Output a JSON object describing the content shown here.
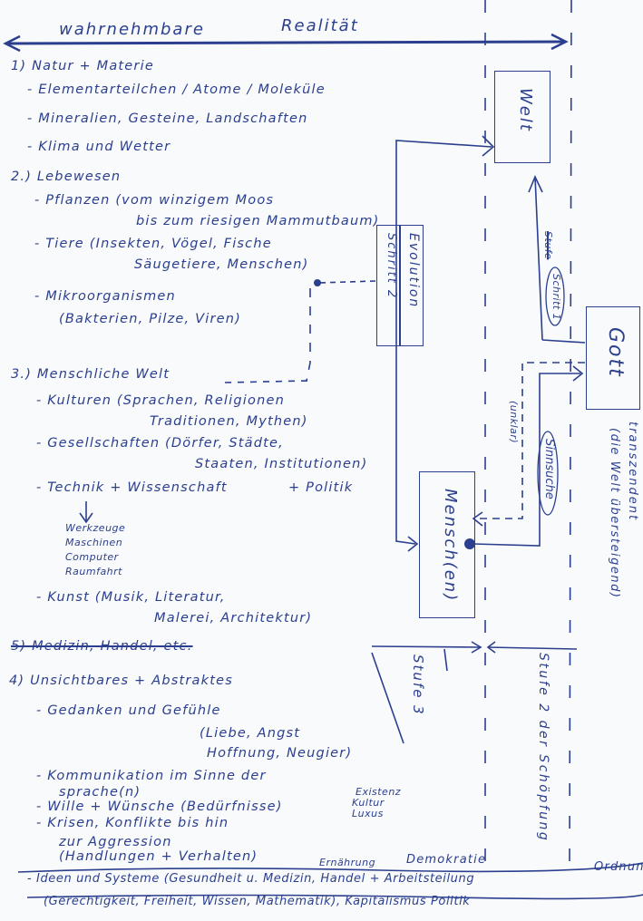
{
  "header": {
    "left": "wahrnehmbare",
    "right": "Realität"
  },
  "sections": {
    "s1": {
      "title": "1) Natur + Materie",
      "items": [
        "- Elementarteilchen / Atome / Moleküle",
        "- Mineralien, Gesteine, Landschaften",
        "- Klima und Wetter"
      ]
    },
    "s2": {
      "title": "2.) Lebewesen",
      "items": [
        "- Pflanzen (vom winzigem Moos",
        "bis zum riesigen Mammutbaum)",
        "- Tiere (Insekten, Vögel, Fische",
        "Säugetiere, Menschen)",
        "- Mikroorganismen",
        "(Bakterien, Pilze, Viren)"
      ]
    },
    "s3": {
      "title": "3.) Menschliche Welt",
      "items": [
        "- Kulturen (Sprachen, Religionen",
        "Traditionen, Mythen)",
        "- Gesellschaften (Dörfer, Städte,",
        "Staaten, Institutionen)",
        "- Technik + Wissenschaft",
        "+ Politik",
        "Werkzeuge",
        "Maschinen",
        "Computer",
        "Raumfahrt",
        "- Kunst (Musik, Literatur,",
        "Malerei, Architektur)"
      ]
    },
    "s5_struck": "5) Medizin, Handel, etc.",
    "s4": {
      "title": "4) Unsichtbares + Abstraktes",
      "items": [
        "- Gedanken und Gefühle",
        "(Liebe, Angst",
        "Hoffnung, Neugier)",
        "- Kommunikation im Sinne der",
        "sprache(n)",
        "- Wille + Wünsche (Bedürfnisse)",
        "- Krisen, Konflikte bis hin",
        "zur Aggression",
        "(Handlungen + Verhalten)",
        "- Ideen und Systeme (Gesundheit u. Medizin, Handel + Arbeitsteilung",
        "(Gerechtigkeit, Freiheit, Wissen, Mathematik), Kapitalismus Politik"
      ]
    },
    "needs": [
      "Existenz",
      "Kultur",
      "Luxus"
    ],
    "extras": [
      "Ernährung",
      "Demokratie",
      "Ordnung"
    ]
  },
  "diagram": {
    "welt": "Welt",
    "evolution": "Evolution",
    "schritt2": "Schritt 2",
    "gott": "Gott",
    "menschen": "Mensch(en)",
    "schritt1": "Schritt 1",
    "stufe_struck": "Stufe",
    "unklar": "(unklar)",
    "sinnsuche": "Sinnsuche",
    "transzendent": "transzendent",
    "transzendent_note": "(die Welt übersteigend)",
    "stufe3": "Stufe 3",
    "stufe2": "Stufe 2 der Schöpfung"
  }
}
